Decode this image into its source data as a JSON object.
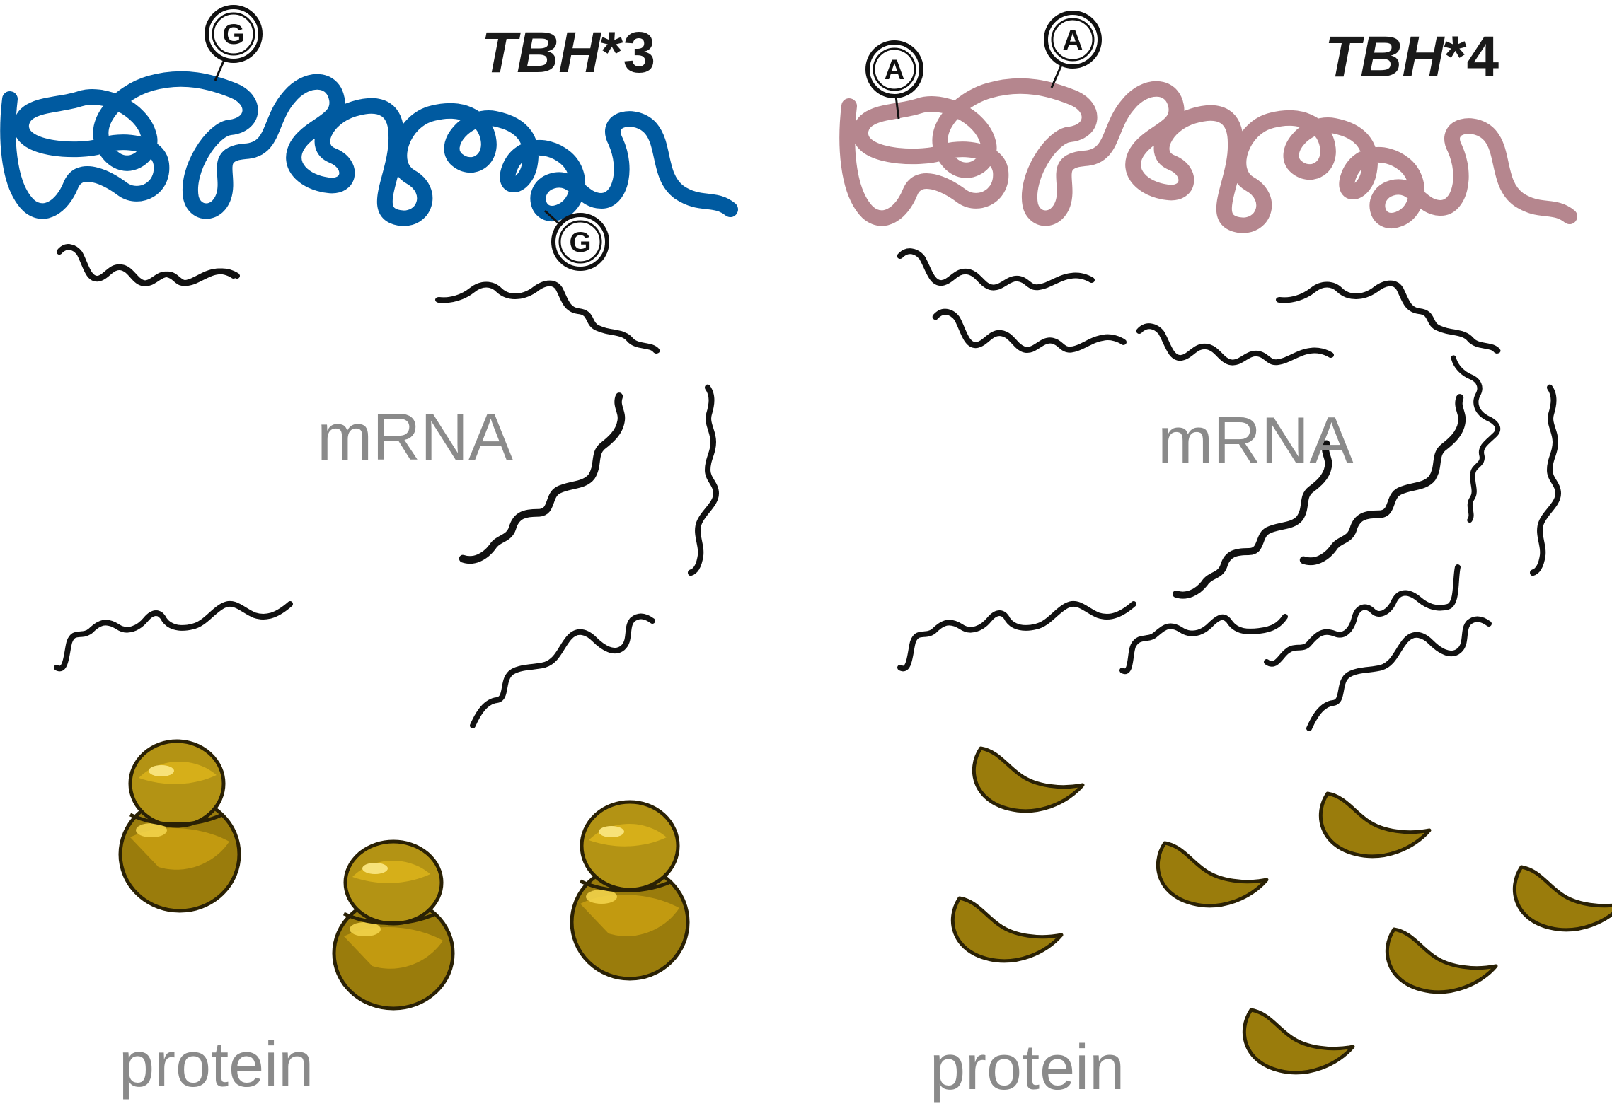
{
  "left_panel": {
    "title_main": "TBH",
    "title_sup": "*3",
    "gene_color": "#005aa0",
    "modification_letter": "G",
    "mrna_label": "mRNA",
    "protein_label": "protein",
    "protein_form": "dimer"
  },
  "right_panel": {
    "title_main": "TBH",
    "title_sup": "*4",
    "gene_color": "#b5868e",
    "modification_letter": "A",
    "mrna_label": "mRNA",
    "protein_label": "protein",
    "protein_form": "crescent"
  },
  "colors": {
    "mrna": "#111111",
    "protein_fill": "#9a7c0c",
    "protein_highlight": "#d9b21a",
    "protein_outline": "#2a2105"
  }
}
